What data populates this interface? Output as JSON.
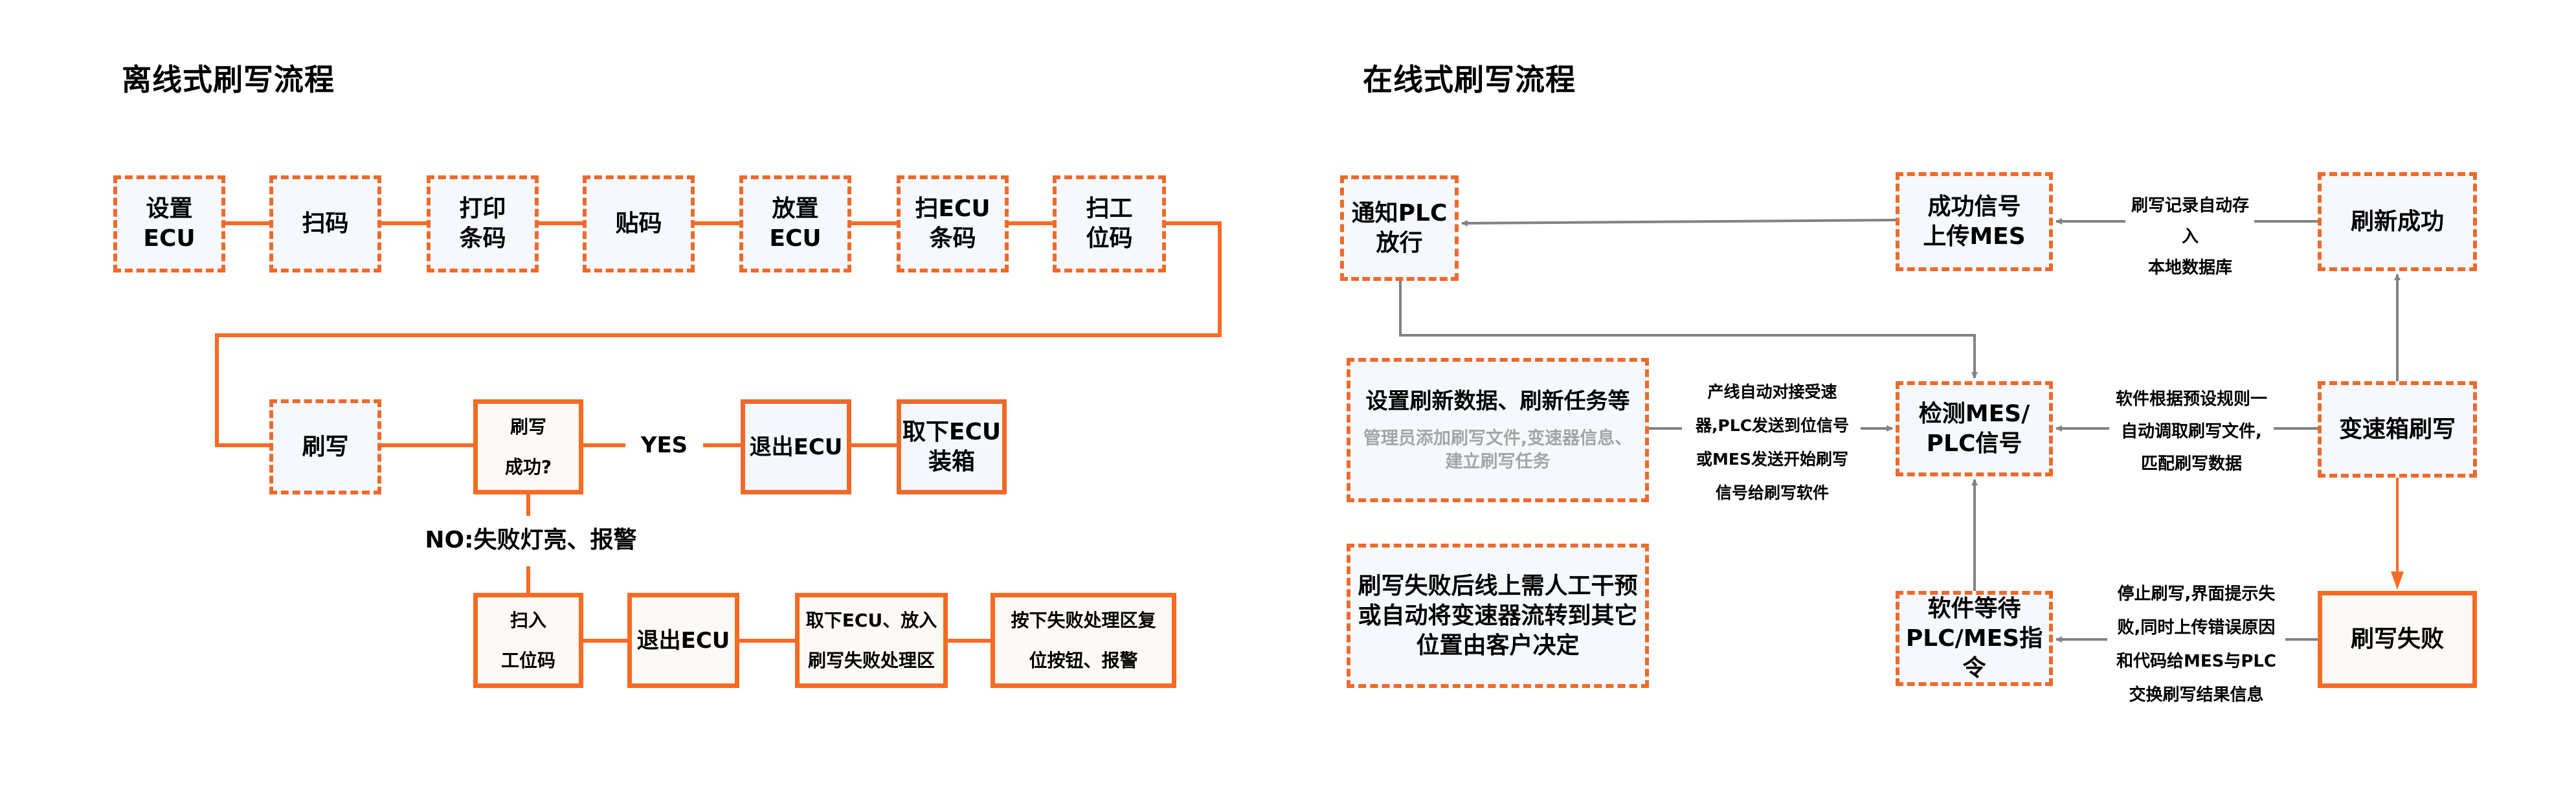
{
  "colors": {
    "accent_orange": "#f96a22",
    "box_border": "#ee6a2c",
    "connector_gray": "#828282",
    "box_fill_blue": "#f5f8fc",
    "box_fill_warm": "#fdf9f6",
    "muted_text": "#a5a5a5"
  },
  "offline": {
    "title": "离线式刷写流程",
    "row1": [
      {
        "line1": "设置",
        "line2": "ECU"
      },
      {
        "line1": "扫码",
        "line2": ""
      },
      {
        "line1": "打印",
        "line2": "条码"
      },
      {
        "line1": "贴码",
        "line2": ""
      },
      {
        "line1": "放置",
        "line2": "ECU"
      },
      {
        "line1": "扫ECU",
        "line2": "条码"
      },
      {
        "line1": "扫工",
        "line2": "位码"
      }
    ],
    "row2": {
      "flash": "刷写",
      "decision_line1": "刷写",
      "decision_line2": "成功?",
      "yes_label": "YES",
      "exit_ecu": "退出ECU",
      "remove_line1": "取下ECU",
      "remove_line2": "装箱"
    },
    "no_label": "NO:失败灯亮、报警",
    "row3": [
      {
        "line1": "扫入",
        "line2": "工位码"
      },
      {
        "line1": "退出ECU",
        "line2": ""
      },
      {
        "line1": "取下ECU、放入",
        "line2": "刷写失败处理区"
      },
      {
        "line1": "按下失败处理区复",
        "line2": "位按钮、报警"
      }
    ]
  },
  "online": {
    "title": "在线式刷写流程",
    "notify_plc": {
      "line1": "通知PLC",
      "line2": "放行"
    },
    "upload_mes": {
      "line1": "成功信号",
      "line2": "上传MES"
    },
    "flash_success": "刷新成功",
    "record_label": {
      "line1": "刷写记录自动存入",
      "line2": "本地数据库"
    },
    "setup_box": {
      "main": "设置刷新数据、刷新任务等",
      "sub_line1": "管理员添加刷写文件,变速器信息、",
      "sub_line2": "建立刷写任务"
    },
    "line_label": {
      "line1": "产线自动对接受速",
      "line2": "器,PLC发送到位信号",
      "line3": "或MES发送开始刷写",
      "line4": "信号给刷写软件"
    },
    "detect_signal": {
      "line1": "检测MES/",
      "line2": "PLC信号"
    },
    "rule_label": {
      "line1": "软件根据预设规则一",
      "line2": "自动调取刷写文件,",
      "line3": "匹配刷写数据"
    },
    "gearbox_flash": "变速箱刷写",
    "failure_note": {
      "line1": "刷写失败后线上需人工干预",
      "line2": "或自动将变速器流转到其它",
      "line3": "位置由客户决定"
    },
    "wait_command": {
      "line1": "软件等待",
      "line2": "PLC/MES指令"
    },
    "fail_label": {
      "line1": "停止刷写,界面提示失",
      "line2": "败,同时上传错误原因",
      "line3": "和代码给MES与PLC",
      "line4": "交换刷写结果信息"
    },
    "flash_fail": "刷写失败"
  }
}
